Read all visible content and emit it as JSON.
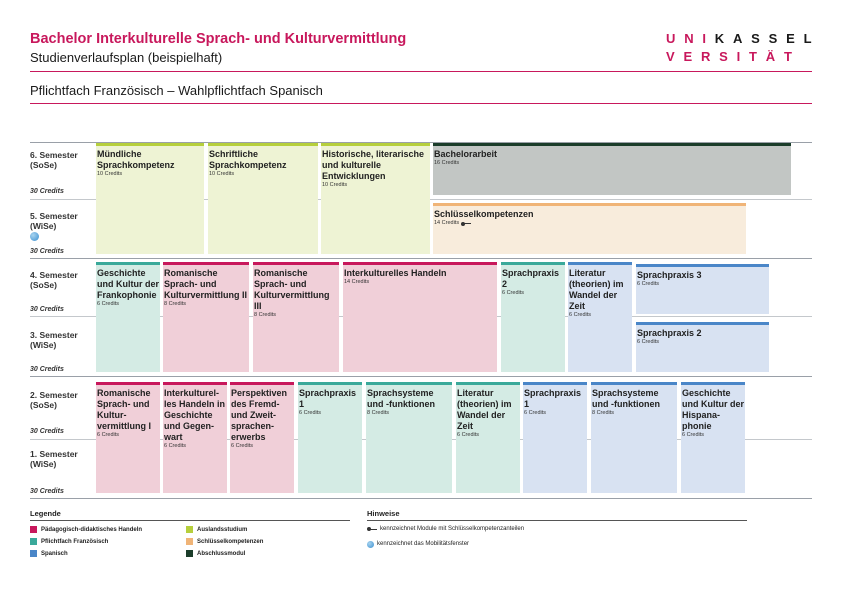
{
  "header": {
    "title": "Bachelor Interkulturelle Sprach- und Kulturvermittlung",
    "subtitle": "Studienverlaufsplan (beispielhaft)",
    "topic": "Pflichtfach Französisch – Wahlpflichtfach Spanisch"
  },
  "logo": {
    "line1_accent": "UNI",
    "line1_rest": "KASSEL",
    "line2": "VERSITÄT"
  },
  "semesters": {
    "s6": {
      "name": "6. Semester",
      "term": "(SoSe)"
    },
    "s5": {
      "name": "5. Semester",
      "term": "(WiSe)"
    },
    "s4": {
      "name": "4. Semester",
      "term": "(SoSe)"
    },
    "s3": {
      "name": "3. Semester",
      "term": "(WiSe)"
    },
    "s2": {
      "name": "2. Semester",
      "term": "(SoSe)"
    },
    "s1": {
      "name": "1. Semester",
      "term": "(WiSe)"
    },
    "credits_label": "30 Credits"
  },
  "modules": {
    "m01": {
      "name": "Mündliche Sprachkompetenz",
      "credits": "10 Credits"
    },
    "m02": {
      "name": "Schriftliche Sprachkompetenz",
      "credits": "10 Credits"
    },
    "m03": {
      "name": "Historische, literarische und kulturelle Entwicklungen",
      "credits": "10 Credits"
    },
    "m04": {
      "name": "Bachelorarbeit",
      "credits": "16 Credits"
    },
    "m05": {
      "name": "Schlüsselkompetenzen",
      "credits": "14 Credits"
    },
    "m06": {
      "name": "Geschichte und Kultur der Frankophonie",
      "credits": "6 Credits"
    },
    "m07": {
      "name": "Romanische Sprach- und Kulturvermittlung II",
      "credits": "8 Credits"
    },
    "m08": {
      "name": "Romanische Sprach- und Kulturvermittlung III",
      "credits": "8 Credits"
    },
    "m09": {
      "name": "Interkulturelles Handeln",
      "credits": "14 Credits"
    },
    "m10": {
      "name": "Sprachpraxis 2",
      "credits": "6 Credits"
    },
    "m11": {
      "name": "Literatur (theorien) im Wandel der Zeit",
      "credits": "6 Credits"
    },
    "m12": {
      "name": "Sprachpraxis 3",
      "credits": "6 Credits"
    },
    "m13": {
      "name": "Sprachpraxis 2",
      "credits": "6 Credits"
    },
    "m14": {
      "name": "Romanische Sprach- und Kultur- vermittlung I",
      "credits": "6 Credits"
    },
    "m15": {
      "name": "Interkulturel- les Handeln in Geschichte und Gegen- wart",
      "credits": "6 Credits"
    },
    "m16": {
      "name": "Perspektiven des Fremd- und Zweit- sprachen- erwerbs",
      "credits": "6 Credits"
    },
    "m17": {
      "name": "Sprachpraxis 1",
      "credits": "6 Credits"
    },
    "m18": {
      "name": "Sprachsysteme und -funktionen",
      "credits": "8 Credits"
    },
    "m19": {
      "name": "Literatur (theorien) im Wandel der Zeit",
      "credits": "6 Credits"
    },
    "m20": {
      "name": "Sprachpraxis 1",
      "credits": "6 Credits"
    },
    "m21": {
      "name": "Sprachsysteme und -funktionen",
      "credits": "8 Credits"
    },
    "m22": {
      "name": "Geschichte und Kultur der Hispana- phonie",
      "credits": "6 Credits"
    }
  },
  "legend": {
    "title": "Legende",
    "items": [
      {
        "label": "Pädagogisch-didaktisches Handeln",
        "color": "#c8185c"
      },
      {
        "label": "Pflichtfach Französisch",
        "color": "#3aa99a"
      },
      {
        "label": "Spanisch",
        "color": "#4a86c8"
      },
      {
        "label": "Auslandsstudium",
        "color": "#b6cf3c"
      },
      {
        "label": "Schlüsselkompetenzen",
        "color": "#f0b477"
      },
      {
        "label": "Abschlussmodul",
        "color": "#1b3d2a"
      }
    ]
  },
  "hints": {
    "title": "Hinweise",
    "key_text": "kennzeichnet Module mit Schlüsselkompetenzanteilen",
    "globe_text": "kennzeichnet das Mobilitätsfenster"
  }
}
